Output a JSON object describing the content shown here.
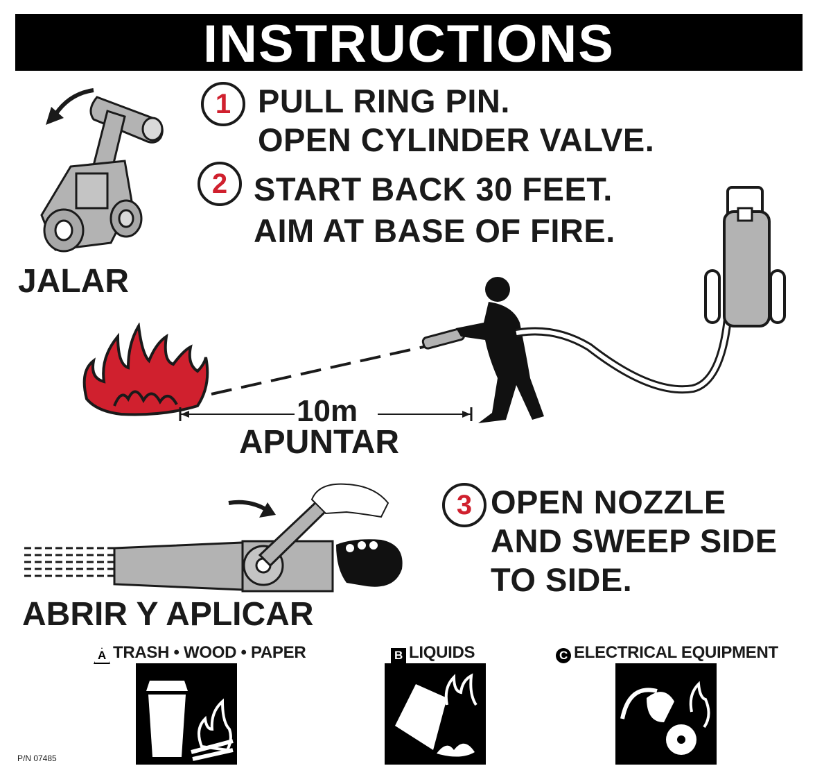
{
  "header": {
    "title": "INSTRUCTIONS"
  },
  "steps": [
    {
      "number": "1",
      "lines": [
        "PULL RING PIN.",
        "OPEN CYLINDER VALVE."
      ]
    },
    {
      "number": "2",
      "lines": [
        "START BACK 30 FEET.",
        "AIM AT BASE OF FIRE."
      ]
    },
    {
      "number": "3",
      "lines": [
        "OPEN NOZZLE",
        "AND SWEEP SIDE",
        "TO SIDE."
      ]
    }
  ],
  "labels": {
    "pull": "JALAR",
    "aim": "APUNTAR",
    "apply": "ABRIR Y APLICAR",
    "distance": "10m"
  },
  "fire_classes": [
    {
      "badge": "A",
      "label": "TRASH • WOOD • PAPER",
      "icon": "trash-wood-fire-icon"
    },
    {
      "badge": "B",
      "label": "LIQUIDS",
      "icon": "liquid-fire-icon"
    },
    {
      "badge": "C",
      "label": "ELECTRICAL EQUIPMENT",
      "icon": "electrical-fire-icon"
    }
  ],
  "part_number": "P/N 07485",
  "colors": {
    "accent": "#d0202e",
    "ink": "#1a1a1a",
    "metal": "#b3b3b3"
  }
}
